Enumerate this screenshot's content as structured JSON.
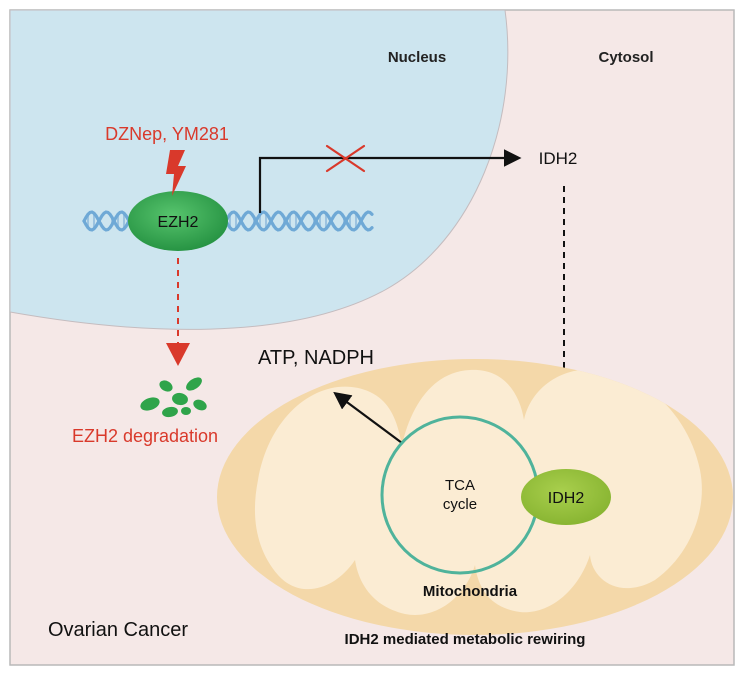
{
  "labels": {
    "nucleus": "Nucleus",
    "cytosol": "Cytosol",
    "drugs": "DZNep, YM281",
    "ezh2": "EZH2",
    "idh2_cytosol": "IDH2",
    "atp_nadph": "ATP, NADPH",
    "ezh2_degradation": "EZH2 degradation",
    "tca_line1": "TCA",
    "tca_line2": "cycle",
    "idh2_mito": "IDH2",
    "mitochondria": "Mitochondria",
    "ovarian_cancer": "Ovarian Cancer",
    "footer_title": "IDH2 mediated metabolic rewiring"
  },
  "icons": {
    "inhibitor": "lightning-bolt-icon",
    "blocked": "red-x-icon",
    "dna": "dna-helix-icon"
  },
  "colors": {
    "cell_background": "#f5e8e7",
    "nucleus": "#cde5ef",
    "mitochondria_outer": "#f4d8a9",
    "mitochondria_inner": "#fbecd3",
    "ezh2": "#2fa44a",
    "idh2": "#95c13c",
    "tca_ring": "#4fb39b",
    "red_accent": "#d9392b",
    "dna_blue": "#6fa9d6"
  }
}
